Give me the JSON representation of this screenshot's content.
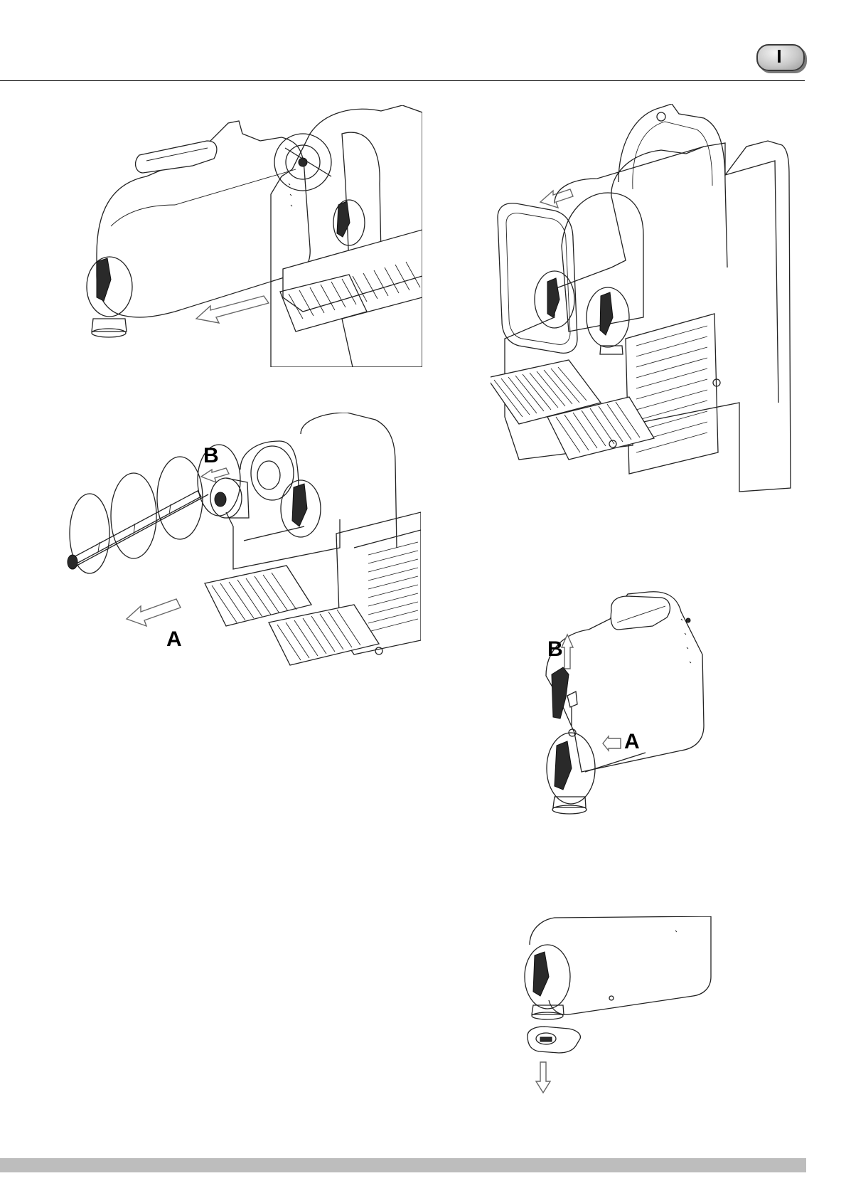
{
  "header": {
    "language_badge": "I"
  },
  "figures": [
    {
      "id": "fig-1",
      "subject": "bowl-removal"
    },
    {
      "id": "fig-2",
      "subject": "cover-removal"
    },
    {
      "id": "fig-3",
      "subject": "auger-removal",
      "callouts": {
        "a": "A",
        "b": "B"
      }
    },
    {
      "id": "fig-4",
      "subject": "tap-lever-removal",
      "callouts": {
        "a": "A",
        "b": "B"
      }
    },
    {
      "id": "fig-5",
      "subject": "drip-ring-removal"
    }
  ],
  "colors": {
    "footer_bar": "#bdbdbd",
    "line_art": "#222222"
  }
}
